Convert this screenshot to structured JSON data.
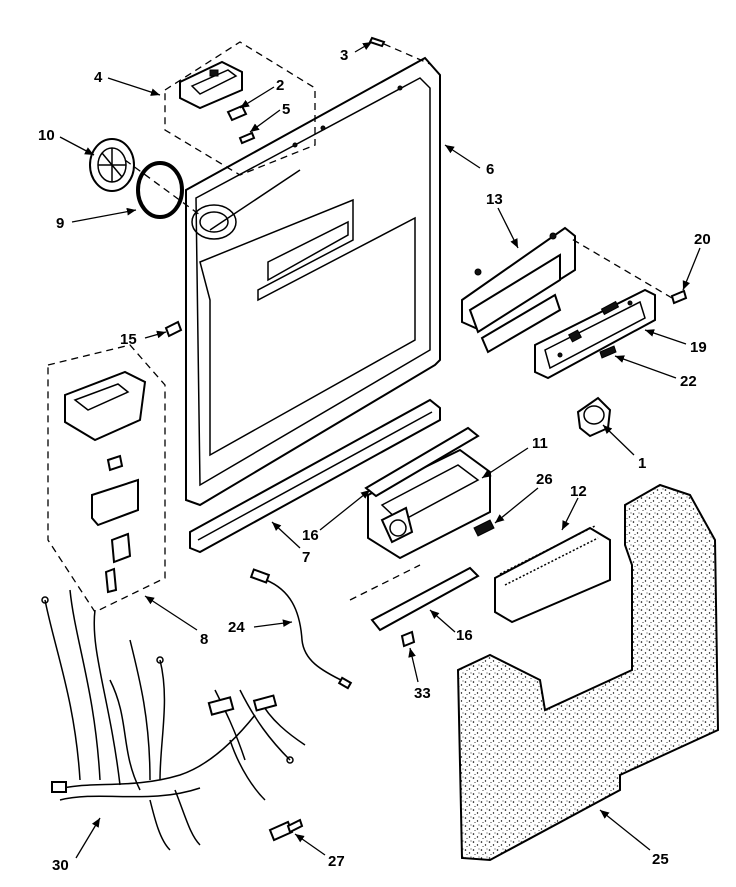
{
  "labels": {
    "l1": "1",
    "l2": "2",
    "l3": "3",
    "l4": "4",
    "l5": "5",
    "l6": "6",
    "l7": "7",
    "l8": "8",
    "l9": "9",
    "l10": "10",
    "l11": "11",
    "l12": "12",
    "l13": "13",
    "l15": "15",
    "l16a": "16",
    "l16b": "16",
    "l19": "19",
    "l20": "20",
    "l22": "22",
    "l24": "24",
    "l25": "25",
    "l26": "26",
    "l27": "27",
    "l30": "30",
    "l33": "33"
  }
}
